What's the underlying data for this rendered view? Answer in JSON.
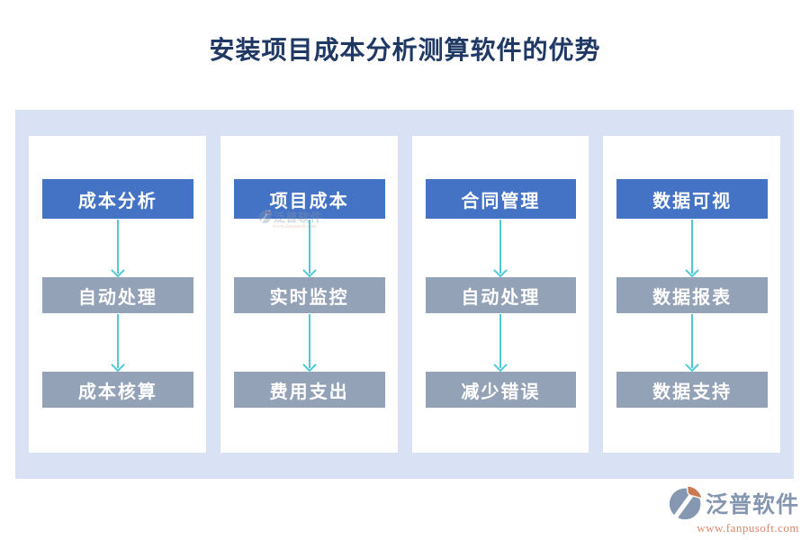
{
  "title": "安装项目成本分析测算软件的优势",
  "columns": [
    {
      "header": "成本分析",
      "steps": [
        "自动处理",
        "成本核算"
      ]
    },
    {
      "header": "项目成本",
      "steps": [
        "实时监控",
        "费用支出"
      ]
    },
    {
      "header": "合同管理",
      "steps": [
        "自动处理",
        "减少错误"
      ]
    },
    {
      "header": "数据可视",
      "steps": [
        "数据报表",
        "数据支持"
      ]
    }
  ],
  "watermark": {
    "brand": "泛普软件",
    "url": "www.fanpusoft.com"
  },
  "footer": {
    "brand": "泛普软件",
    "url": "www.fanpusoft.com"
  },
  "icons": {
    "arrow": "down-arrow-icon",
    "logo": "fanpu-logo-icon"
  },
  "colors": {
    "title_text": "#1F3864",
    "panel_bg": "#D9E1F4",
    "header_box_bg": "#4472C4",
    "step_box_bg": "#94A2B8",
    "arrow": "#4FC9D9",
    "brand_text": "#8496B0",
    "brand_url": "#D6896C",
    "logo_orange": "#C97A53"
  }
}
